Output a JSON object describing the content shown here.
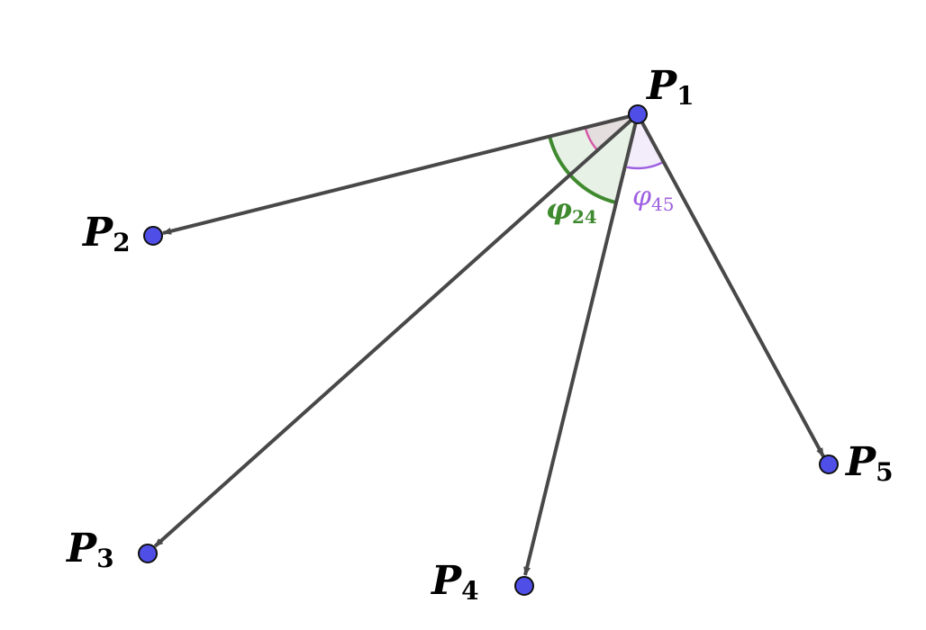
{
  "points": [
    {
      "id": "P1",
      "letter": "P",
      "sub": "1"
    },
    {
      "id": "P2",
      "letter": "P",
      "sub": "2"
    },
    {
      "id": "P3",
      "letter": "P",
      "sub": "3"
    },
    {
      "id": "P4",
      "letter": "P",
      "sub": "4"
    },
    {
      "id": "P5",
      "letter": "P",
      "sub": "5"
    }
  ],
  "angles": {
    "phi24": {
      "symbol": "φ",
      "sub": "24",
      "color": "#3f8a2e"
    },
    "phi45": {
      "symbol": "φ",
      "sub": "45",
      "color": "#9d5fe0"
    }
  },
  "colors": {
    "point_fill": "#4f4fe8",
    "vector": "#484848",
    "pink_arc": "#d45aa8"
  }
}
